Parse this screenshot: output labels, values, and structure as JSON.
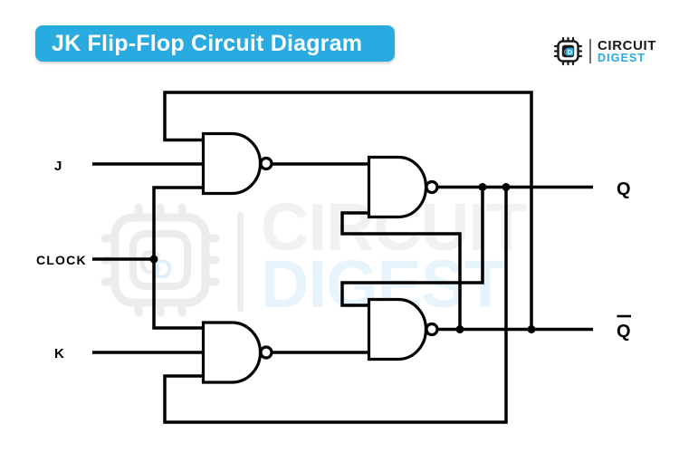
{
  "banner": {
    "title": "JK Flip-Flop Circuit Diagram",
    "bg_color": "#29ABE2",
    "text_color": "#FFFFFF"
  },
  "logo": {
    "line1": "CIRCUIT",
    "line2": "DIGEST",
    "monogram_c": "C",
    "monogram_d": "D",
    "accent_color": "#29ABE2"
  },
  "watermark": {
    "line1": "CIRCUIT",
    "line2": "DIGEST"
  },
  "diagram": {
    "type": "logic-circuit",
    "subject": "JK flip-flop made of four cross-coupled NAND gates",
    "line_color": "#000000",
    "labels": {
      "j": "J",
      "clock": "CLOCK",
      "k": "K",
      "q": "Q",
      "q_bar": "Q"
    },
    "q_bar_has_overline": true
  }
}
